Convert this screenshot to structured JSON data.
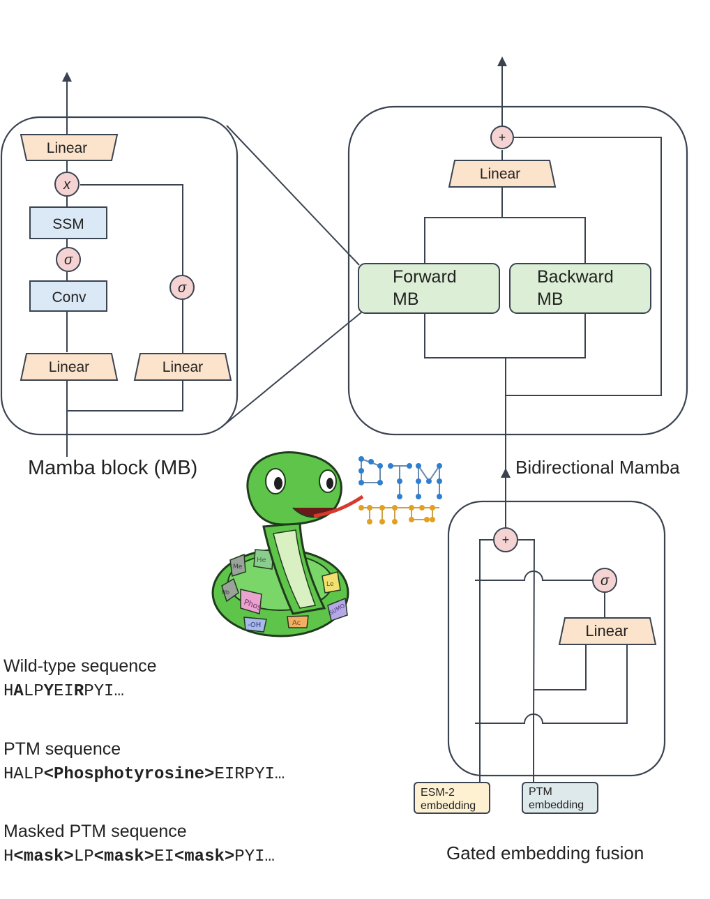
{
  "mamba_block": {
    "title": "Mamba block (MB)",
    "linear_top": "Linear",
    "mult": "x",
    "ssm": "SSM",
    "sigma_left": "σ",
    "conv": "Conv",
    "sigma_right": "σ",
    "linear_bottom_left": "Linear",
    "linear_bottom_right": "Linear"
  },
  "bidirectional": {
    "title": "Bidirectional Mamba",
    "plus": "+",
    "linear": "Linear",
    "forward_line1": "Forward",
    "forward_line2": "MB",
    "backward_line1": "Backward",
    "backward_line2": "MB"
  },
  "fusion": {
    "title": "Gated embedding fusion",
    "plus": "+",
    "sigma": "σ",
    "linear": "Linear",
    "esm_line1": "ESM-2",
    "esm_line2": "embedding",
    "ptm_line1": "PTM",
    "ptm_line2": "embedding"
  },
  "mascot": {
    "chip_he": "He",
    "chip_phos": "Phos",
    "chip_ac": "Ac",
    "chip_oh": "-OH",
    "chip_ub": "Ub",
    "chip_me": "Me",
    "chip_sumo": "SUMO",
    "chip_le": "Le"
  },
  "sequences": {
    "wild_type_title": "Wild-type sequence",
    "wild_type": [
      {
        "t": "H",
        "b": false
      },
      {
        "t": "A",
        "b": true
      },
      {
        "t": "LP",
        "b": false
      },
      {
        "t": "Y",
        "b": true
      },
      {
        "t": "EI",
        "b": false
      },
      {
        "t": "R",
        "b": true
      },
      {
        "t": "PYI…",
        "b": false
      }
    ],
    "ptm_title": "PTM sequence",
    "ptm": [
      {
        "t": "HALP",
        "b": false
      },
      {
        "t": "<Phosphotyrosine>",
        "b": true
      },
      {
        "t": "EIRPYI…",
        "b": false
      }
    ],
    "masked_title": "Masked PTM sequence",
    "masked": [
      {
        "t": "H",
        "b": false
      },
      {
        "t": "<mask>",
        "b": true
      },
      {
        "t": "LP",
        "b": false
      },
      {
        "t": "<mask>",
        "b": true
      },
      {
        "t": "EI",
        "b": false
      },
      {
        "t": "<mask>",
        "b": true
      },
      {
        "t": "PYI…",
        "b": false
      }
    ]
  }
}
